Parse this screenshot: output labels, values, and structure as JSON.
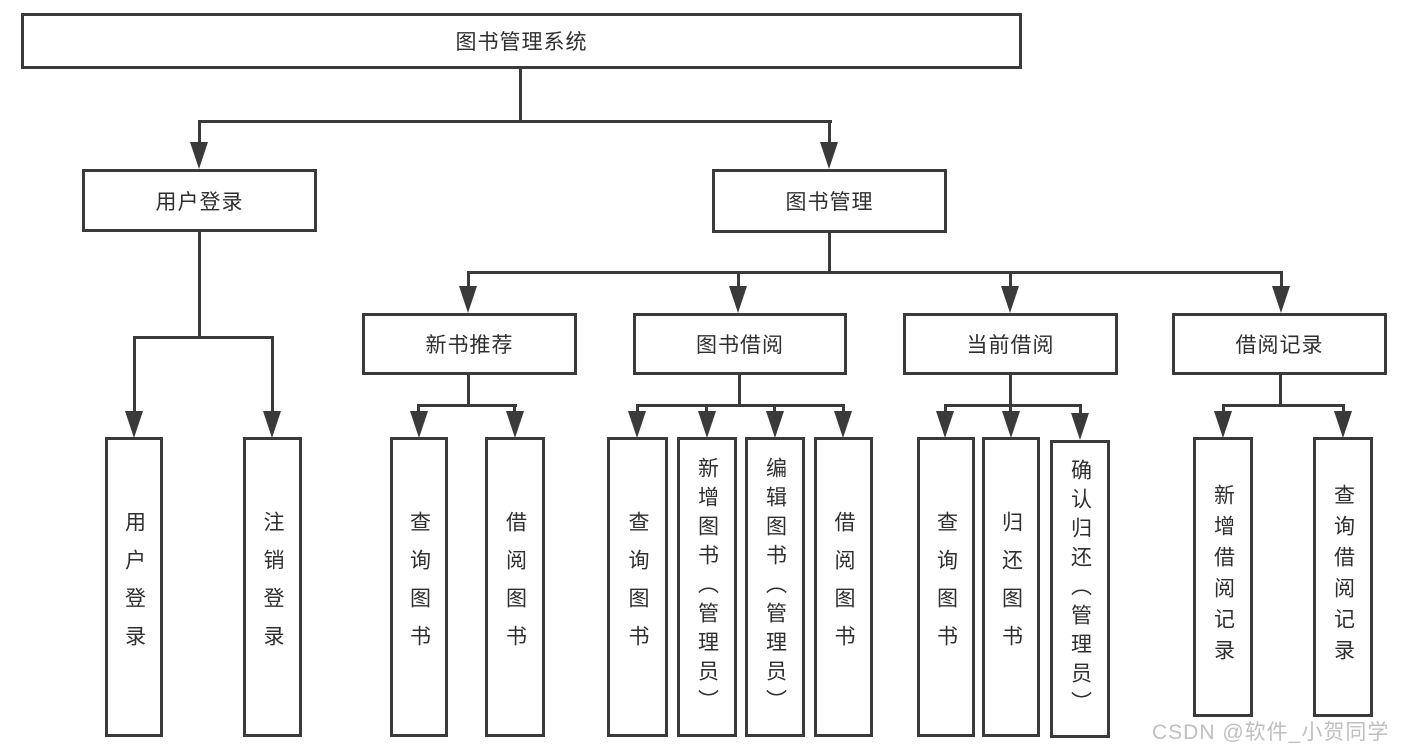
{
  "diagram": {
    "root": "图书管理系统",
    "level2": [
      "用户登录",
      "图书管理"
    ],
    "level3": [
      "新书推荐",
      "图书借阅",
      "当前借阅",
      "借阅记录"
    ],
    "leaves": {
      "user_login": [
        "用户登录",
        "注销登录"
      ],
      "new_book": [
        "查询图书",
        "借阅图书"
      ],
      "book_borrow": [
        "查询图书",
        "新增图书（管理员）",
        "编辑图书（管理员）",
        "借阅图书"
      ],
      "current_borrow": [
        "查询图书",
        "归还图书",
        "确认归还（管理员）"
      ],
      "borrow_records": [
        "新增借阅记录",
        "查询借阅记录"
      ]
    }
  },
  "watermark": {
    "text": "CSDN @软件_小贺同学"
  },
  "colors": {
    "line": "#3a3a3a",
    "text": "#2f2f2f",
    "watermark": "#b9b9b9",
    "background": "#ffffff"
  }
}
